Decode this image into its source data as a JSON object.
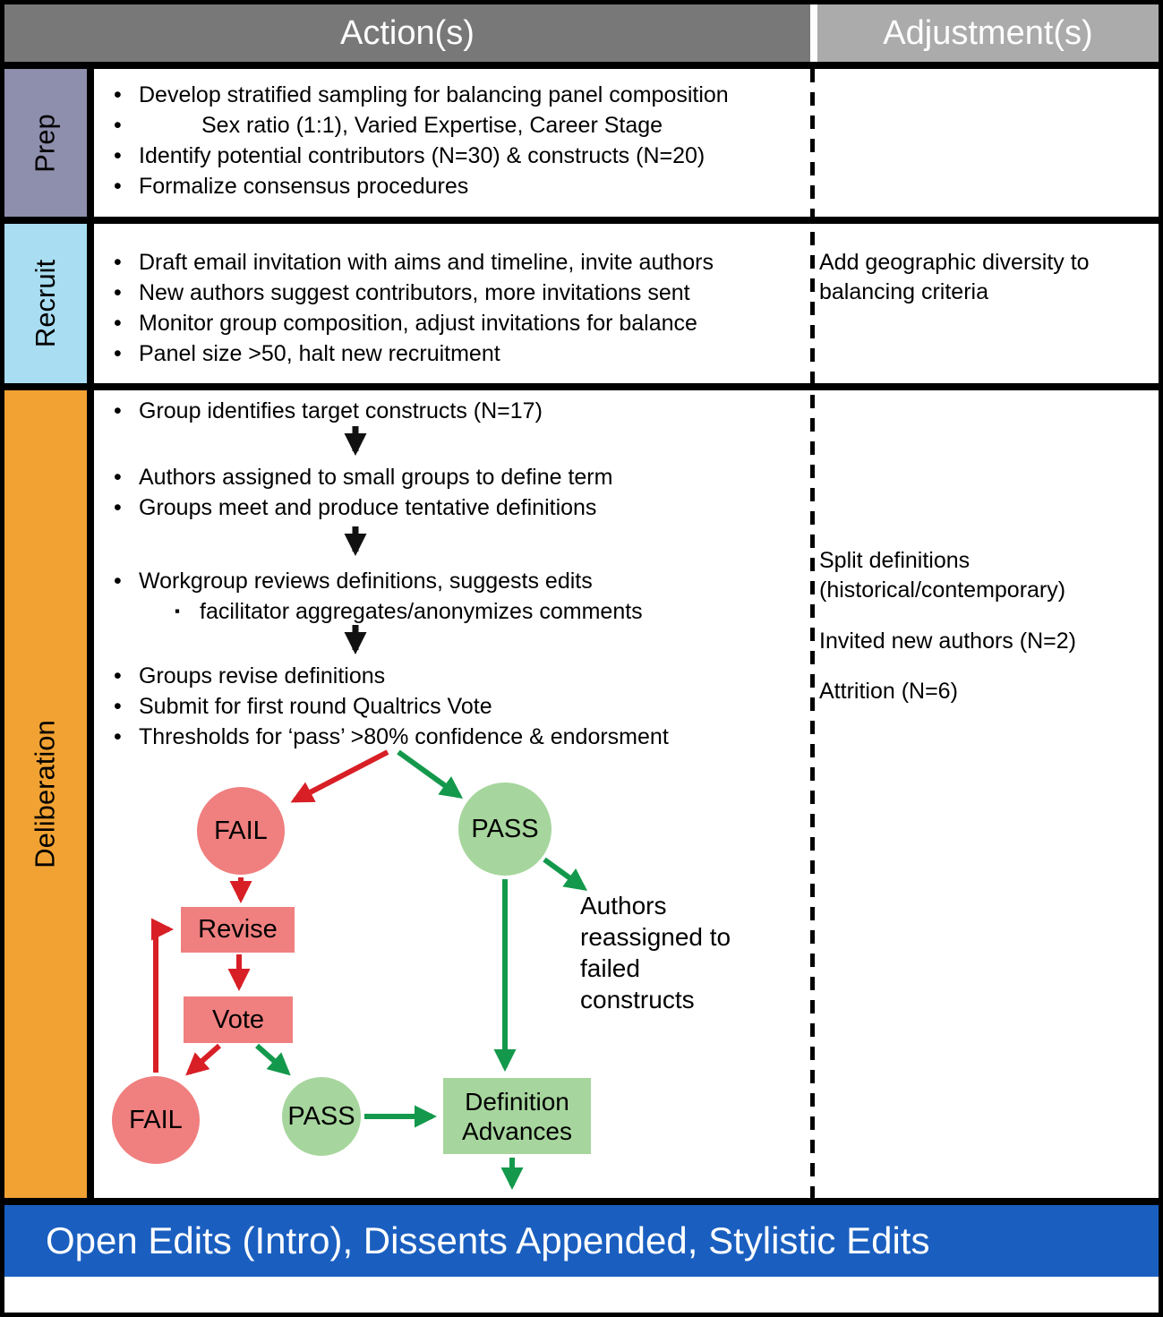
{
  "header": {
    "action": "Action(s)",
    "adjustment": "Adjustment(s)"
  },
  "sections": {
    "prep": {
      "label": "Prep",
      "bullets": [
        "Develop stratified sampling for balancing panel composition",
        "Sex ratio (1:1), Varied Expertise, Career Stage",
        "Identify potential contributors (N=30) & constructs (N=20)",
        "Formalize consensus procedures"
      ]
    },
    "recruit": {
      "label": "Recruit",
      "bullets": [
        "Draft email invitation with aims and timeline, invite authors",
        "New authors suggest contributors, more invitations sent",
        "Monitor group composition, adjust invitations for balance",
        "Panel size >50, halt new recruitment"
      ],
      "adjustment": "Add geographic diversity to balancing criteria"
    },
    "deliberation": {
      "label": "Deliberation",
      "step1": "Group identifies target constructs (N=17)",
      "step2a": "Authors assigned to small groups to define term",
      "step2b": "Groups meet and produce tentative definitions",
      "step3": "Workgroup reviews definitions, suggests edits",
      "step3_sub": "facilitator aggregates/anonymizes comments",
      "step4a": "Groups revise definitions",
      "step4b": "Submit for first round Qualtrics Vote",
      "step4c": "Thresholds for ‘pass’ >80% confidence & endorsment",
      "adjustments": [
        "Split definitions (historical/contemporary)",
        "Invited new authors (N=2)",
        "Attrition (N=6)"
      ]
    }
  },
  "flowchart": {
    "fail": "FAIL",
    "pass": "PASS",
    "revise": "Revise",
    "vote": "Vote",
    "definition_advances": "Definition Advances",
    "authors_reassigned": "Authors reassigned to failed constructs"
  },
  "footer": {
    "text": "Open Edits (Intro), Dissents Appended, Stylistic Edits"
  },
  "colors": {
    "header_action_bg": "#787878",
    "header_adjustment_bg": "#ababab",
    "prep_bg": "#8e8ead",
    "recruit_bg": "#a9ddf1",
    "deliberation_bg": "#f1a233",
    "fail_node": "#f07f7f",
    "pass_node": "#a6d69d",
    "red_arrow": "#d81f26",
    "green_arrow": "#14994c",
    "footer_bg": "#1a5fc0"
  }
}
